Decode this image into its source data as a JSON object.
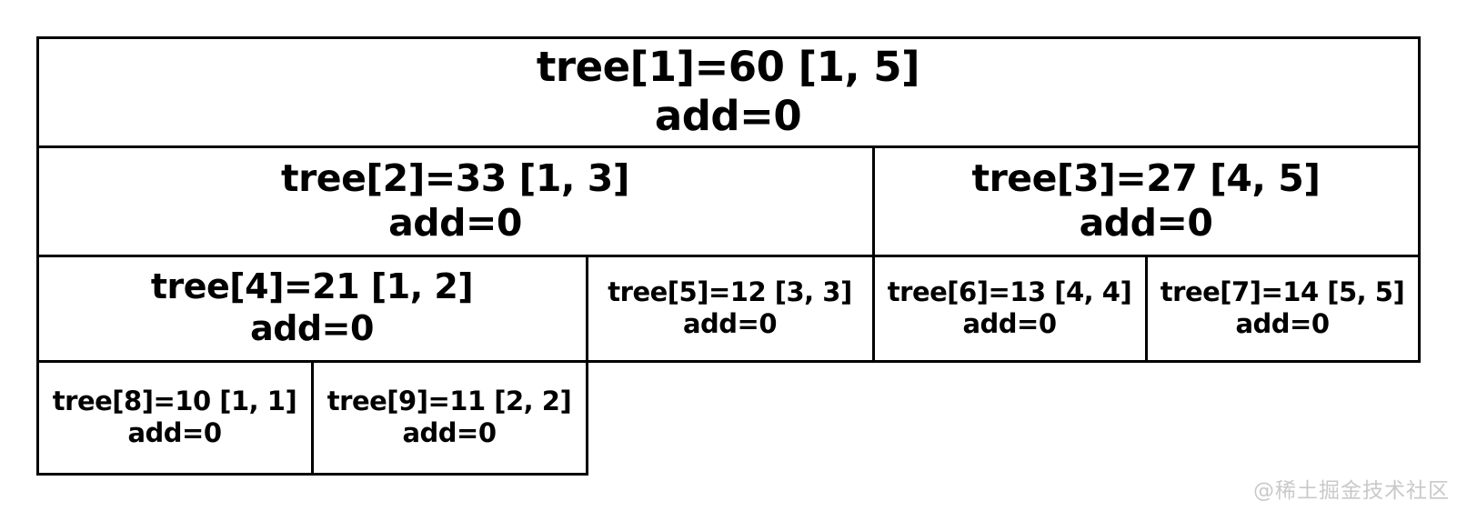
{
  "diagram": {
    "kind": "segment-tree",
    "total_range": [
      1,
      5
    ],
    "levels": 4
  },
  "tree": {
    "nodes": [
      {
        "id": 1,
        "label": "tree[1]=60 [1, 5]",
        "add_label": "add=0",
        "index": 1,
        "value": 60,
        "range": [
          1,
          5
        ],
        "add": 0,
        "level": 1
      },
      {
        "id": 2,
        "label": "tree[2]=33 [1, 3]",
        "add_label": "add=0",
        "index": 2,
        "value": 33,
        "range": [
          1,
          3
        ],
        "add": 0,
        "level": 2
      },
      {
        "id": 3,
        "label": "tree[3]=27 [4, 5]",
        "add_label": "add=0",
        "index": 3,
        "value": 27,
        "range": [
          4,
          5
        ],
        "add": 0,
        "level": 2
      },
      {
        "id": 4,
        "label": "tree[4]=21 [1, 2]",
        "add_label": "add=0",
        "index": 4,
        "value": 21,
        "range": [
          1,
          2
        ],
        "add": 0,
        "level": 3
      },
      {
        "id": 5,
        "label": "tree[5]=12 [3, 3]",
        "add_label": "add=0",
        "index": 5,
        "value": 12,
        "range": [
          3,
          3
        ],
        "add": 0,
        "level": 3
      },
      {
        "id": 6,
        "label": "tree[6]=13 [4, 4]",
        "add_label": "add=0",
        "index": 6,
        "value": 13,
        "range": [
          4,
          4
        ],
        "add": 0,
        "level": 3
      },
      {
        "id": 7,
        "label": "tree[7]=14 [5, 5]",
        "add_label": "add=0",
        "index": 7,
        "value": 14,
        "range": [
          5,
          5
        ],
        "add": 0,
        "level": 3
      },
      {
        "id": 8,
        "label": "tree[8]=10 [1, 1]",
        "add_label": "add=0",
        "index": 8,
        "value": 10,
        "range": [
          1,
          1
        ],
        "add": 0,
        "level": 4
      },
      {
        "id": 9,
        "label": "tree[9]=11 [2, 2]",
        "add_label": "add=0",
        "index": 9,
        "value": 11,
        "range": [
          2,
          2
        ],
        "add": 0,
        "level": 4
      }
    ]
  },
  "watermark": {
    "text": "@稀土掘金技术社区",
    "color": "#c9c9c9"
  },
  "colors": {
    "background": "#ffffff",
    "border": "#000000",
    "text": "#000000"
  }
}
